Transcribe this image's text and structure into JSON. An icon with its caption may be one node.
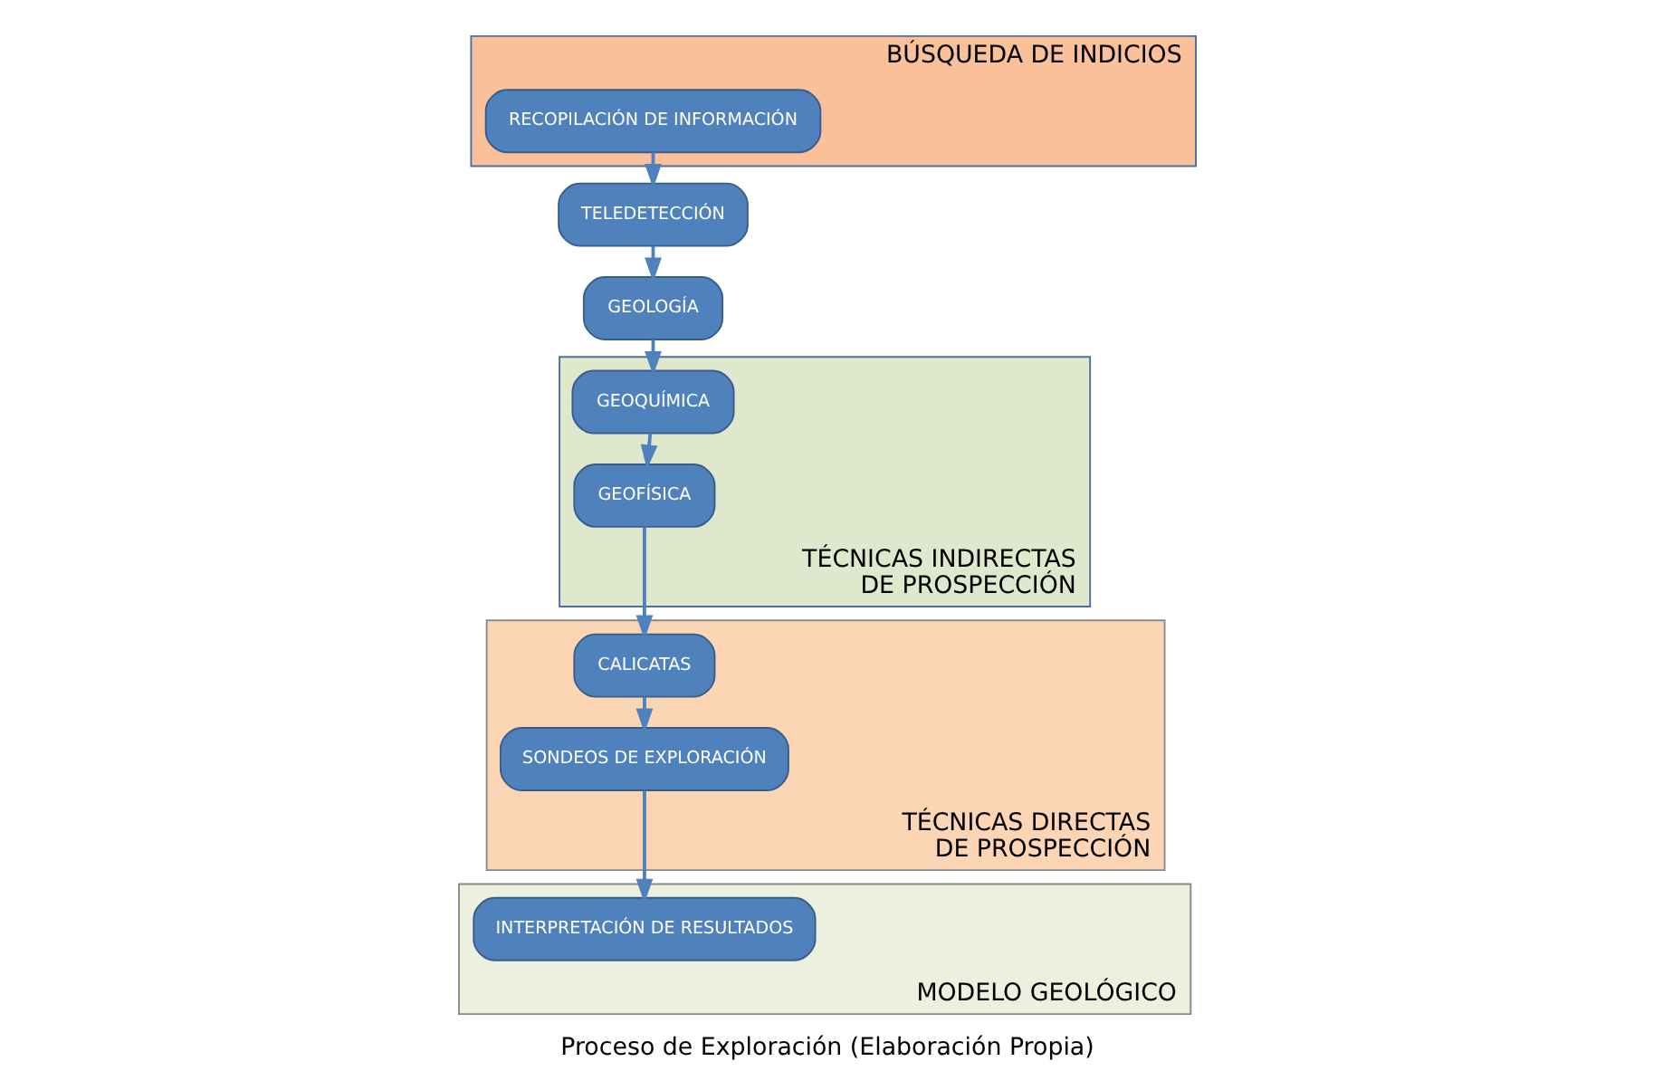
{
  "diagram": {
    "caption": "Proceso de Exploración (Elaboración Propia)",
    "nodes": [
      {
        "text": [
          "BÚSQUEDA DE INDICIOS"
        ]
      },
      {
        "text": [
          "RECOPILACIÓN DE INFORMACIÓN"
        ],
        "in": 0
      },
      {
        "text": [
          "TELEDETECCIÓN"
        ]
      },
      {
        "text": [
          "GEOLOGÍA"
        ]
      },
      {
        "text": [
          "TÉCNICAS INDIRECTAS DE PROSPECCIÓN"
        ]
      },
      {
        "text": [
          "GEOQUÍMICA"
        ],
        "in": 4
      },
      {
        "text": [
          "GEOFÍSICA"
        ],
        "in": 4
      },
      {
        "text": [
          "TÉCNICAS DIRECTAS DE PROSPECCIÓN"
        ]
      },
      {
        "text": [
          "CALICATAS"
        ],
        "in": 7
      },
      {
        "text": [
          "SONDEOS DE EXPLORACIÓN"
        ],
        "in": 7
      },
      {
        "text": [
          "MODELO GEOLÓGICO"
        ]
      },
      {
        "text": [
          "INTERPRETACIÓN DE RESULTADOS"
        ],
        "in": 10
      }
    ],
    "edges": [
      {
        "from": 1,
        "to": 2,
        "arrow": "to"
      },
      {
        "from": 2,
        "to": 3,
        "arrow": "to"
      },
      {
        "from": 3,
        "to": 5,
        "arrow": "to"
      },
      {
        "from": 5,
        "to": 6,
        "arrow": "to"
      },
      {
        "from": 6,
        "to": 8,
        "arrow": "to"
      },
      {
        "from": 8,
        "to": 9,
        "arrow": "to"
      },
      {
        "from": 9,
        "to": 11,
        "arrow": "to"
      }
    ]
  }
}
